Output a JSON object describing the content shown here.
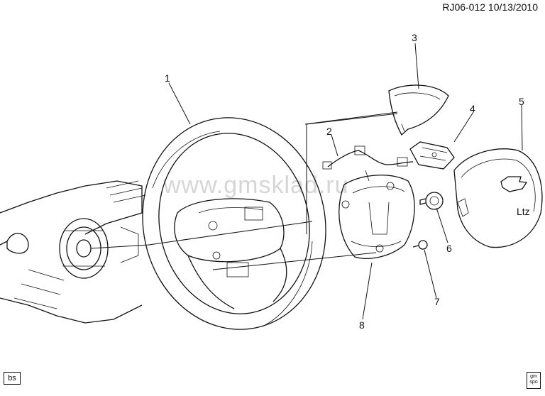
{
  "header": {
    "code": "RJ06-012",
    "date": "10/13/2010"
  },
  "callouts": [
    "1",
    "2",
    "3",
    "4",
    "5",
    "6",
    "7",
    "8"
  ],
  "watermark": "www.gmsklad.ru",
  "badge": "bs",
  "logo": "gm spo"
}
